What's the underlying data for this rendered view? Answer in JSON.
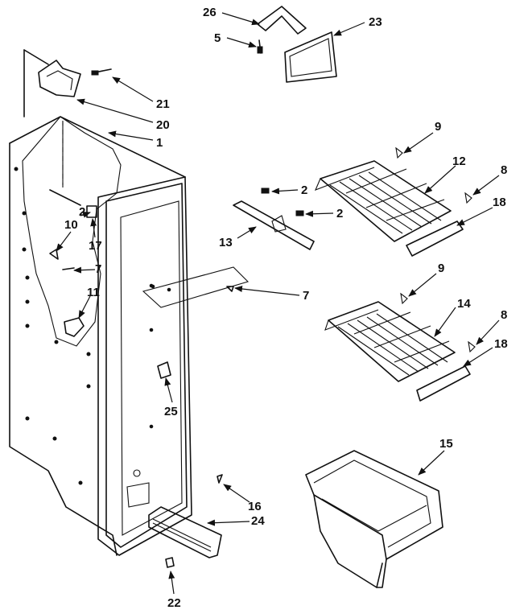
{
  "callouts": [
    {
      "id": "c26",
      "text": "26"
    },
    {
      "id": "c23",
      "text": "23"
    },
    {
      "id": "c5",
      "text": "5"
    },
    {
      "id": "c21",
      "text": "21"
    },
    {
      "id": "c20",
      "text": "20"
    },
    {
      "id": "c1",
      "text": "1"
    },
    {
      "id": "c9a",
      "text": "9"
    },
    {
      "id": "c12",
      "text": "12"
    },
    {
      "id": "c8a",
      "text": "8"
    },
    {
      "id": "c2a",
      "text": "2"
    },
    {
      "id": "c2b",
      "text": "2"
    },
    {
      "id": "c18a",
      "text": "18"
    },
    {
      "id": "c10",
      "text": "10"
    },
    {
      "id": "c2c",
      "text": "2"
    },
    {
      "id": "c17",
      "text": "17"
    },
    {
      "id": "c13",
      "text": "13"
    },
    {
      "id": "c7a",
      "text": "7"
    },
    {
      "id": "c7b",
      "text": "7"
    },
    {
      "id": "c11",
      "text": "11"
    },
    {
      "id": "c9b",
      "text": "9"
    },
    {
      "id": "c14",
      "text": "14"
    },
    {
      "id": "c8b",
      "text": "8"
    },
    {
      "id": "c18b",
      "text": "18"
    },
    {
      "id": "c25",
      "text": "25"
    },
    {
      "id": "c15",
      "text": "15"
    },
    {
      "id": "c16",
      "text": "16"
    },
    {
      "id": "c24",
      "text": "24"
    },
    {
      "id": "c22",
      "text": "22"
    }
  ]
}
